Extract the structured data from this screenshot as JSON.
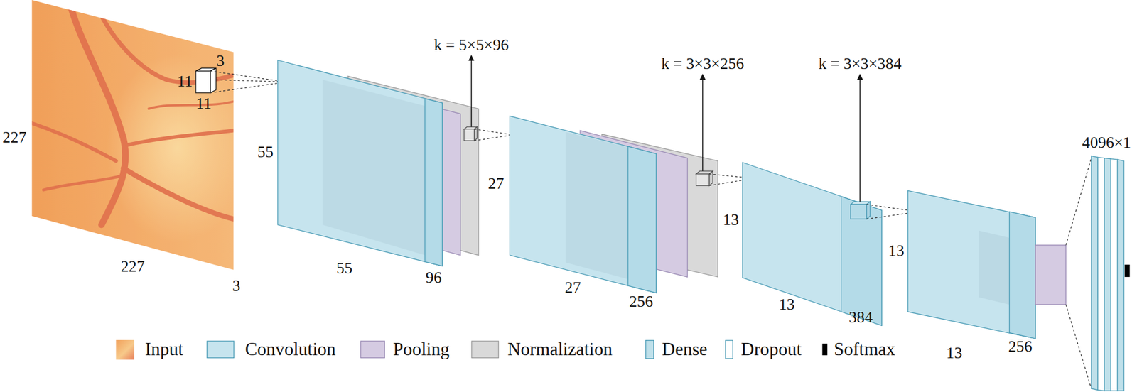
{
  "diagram": {
    "labels": [
      "227",
      "3",
      "11",
      "11",
      "227",
      "3",
      "55",
      "55",
      "96",
      "k = 5×5×96",
      "27",
      "27",
      "256",
      "k = 3×3×256",
      "13",
      "384",
      "13",
      "k = 3×3×384",
      "13",
      "13",
      "256",
      "4096×1"
    ],
    "legend": [
      {
        "text": "Input"
      },
      {
        "text": "Convolution",
        "color": "#c6e4ee"
      },
      {
        "text": "Pooling",
        "color": "#d5cbe2"
      },
      {
        "text": "Normalization",
        "color": "#d9d9d9"
      },
      {
        "text": "Dense",
        "color": "#bfe0ea"
      },
      {
        "text": "Dropout",
        "color": "#ffffff"
      },
      {
        "text": "Softmax",
        "color": "#000000"
      }
    ]
  }
}
